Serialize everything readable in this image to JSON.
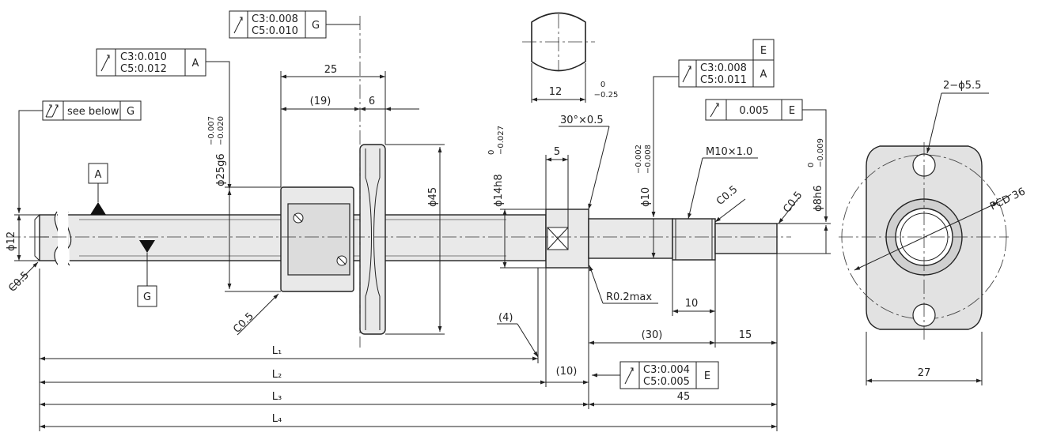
{
  "callouts": {
    "g_top": {
      "line1": "C3:0.008",
      "line2": "C5:0.010",
      "datum": "G"
    },
    "a_left": {
      "line1": "C3:0.010",
      "line2": "C5:0.012",
      "datum": "A"
    },
    "see_below": {
      "text": "see below",
      "datum": "G"
    },
    "e_a_right": {
      "line1": "C3:0.008",
      "line2": "C5:0.011",
      "datum": "A",
      "datum_top": "E"
    },
    "e_single": {
      "value": "0.005",
      "datum": "E"
    },
    "bottom_e": {
      "line1": "C3:0.004",
      "line2": "C5:0.005",
      "datum": "E"
    }
  },
  "datums": {
    "a": "A",
    "g": "G"
  },
  "dims": {
    "d25": "25",
    "d19": "(19)",
    "d6": "6",
    "d12_flat": "12",
    "d12_tol_up": "0",
    "d12_tol_low": "−0.25",
    "chamfer_30": "30°×0.5",
    "d5": "5",
    "m10": "M10×1.0",
    "c05_a": "C0.5",
    "c05_b": "C0.5",
    "c05_left": "C0.5",
    "c05_nut": "C0.5",
    "holes": "2−ϕ5.5",
    "pcd": "PCD 36",
    "phi45": "ϕ45",
    "phi12": "ϕ12",
    "phi25": "ϕ25g6",
    "phi25_up": "−0.007",
    "phi25_low": "−0.020",
    "phi14": "ϕ14h8",
    "phi14_up": "0",
    "phi14_low": "−0.027",
    "phi10": "ϕ10",
    "phi10_up": "−0.002",
    "phi10_low": "−0.008",
    "phi8": "ϕ8h6",
    "phi8_up": "0",
    "phi8_low": "−0.009",
    "r02": "R0.2max",
    "d10": "10",
    "d4": "(4)",
    "d30": "(30)",
    "d15": "15",
    "d10p": "(10)",
    "d45": "45",
    "d27": "27",
    "L1": "L₁",
    "L2": "L₂",
    "L3": "L₃",
    "L4": "L₄"
  }
}
